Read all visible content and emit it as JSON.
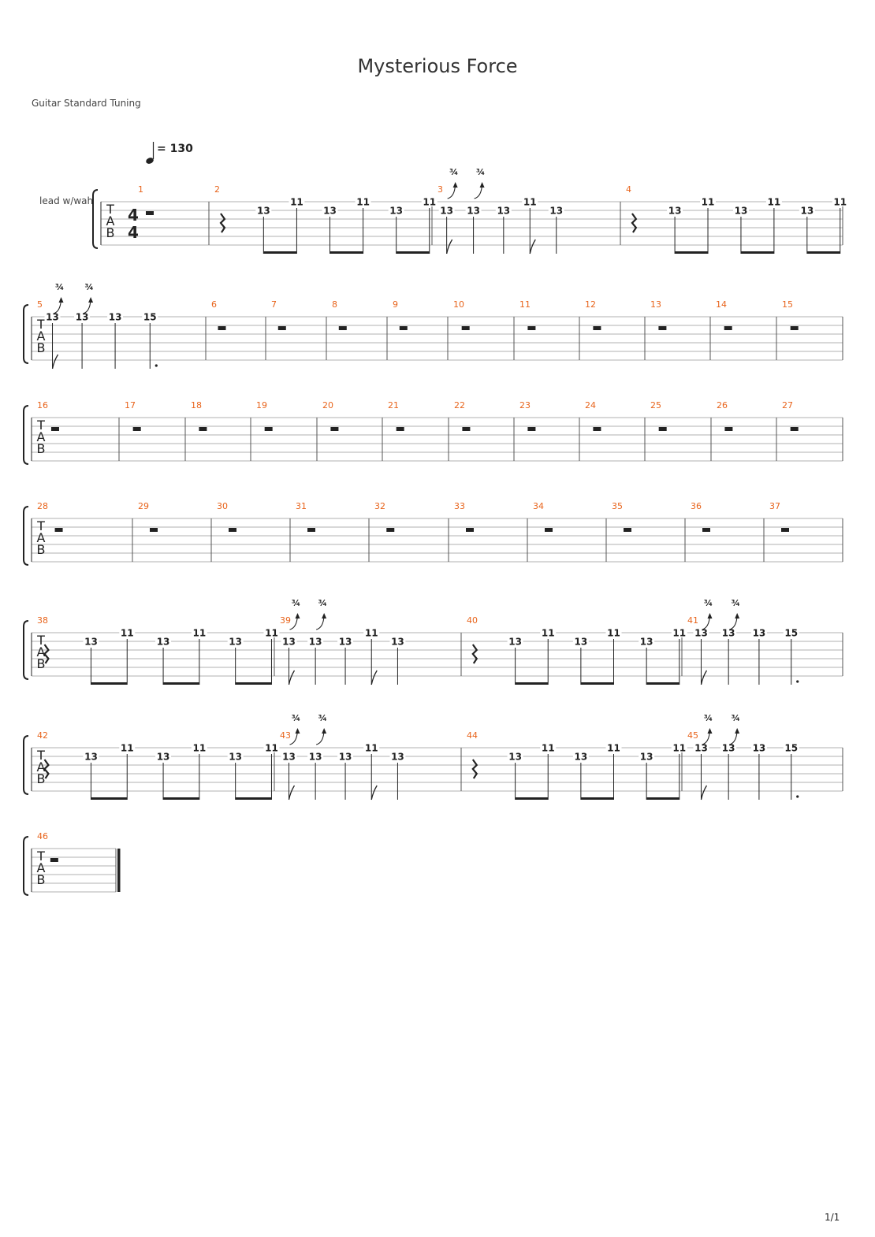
{
  "title": "Mysterious Force",
  "tuning": "Guitar Standard Tuning",
  "page_number": "1/1",
  "tempo": "= 130",
  "track_name": "lead w/wah",
  "time_signature": "4/4",
  "tab_letters": [
    "T",
    "A",
    "B"
  ],
  "bend_label": "¾",
  "colors": {
    "measure_number": "#e8641c",
    "staff_line": "#b0b0b0",
    "ink": "#222222"
  },
  "systems": [
    {
      "measures": [
        {
          "num": "1",
          "type": "rest"
        },
        {
          "num": "2",
          "type": "riffA"
        },
        {
          "num": "3",
          "type": "riffB"
        },
        {
          "num": "4",
          "type": "riffA"
        }
      ]
    },
    {
      "measures": [
        {
          "num": "5",
          "type": "riffC"
        },
        {
          "num": "6",
          "type": "rest"
        },
        {
          "num": "7",
          "type": "rest"
        },
        {
          "num": "8",
          "type": "rest"
        },
        {
          "num": "9",
          "type": "rest"
        },
        {
          "num": "10",
          "type": "rest"
        },
        {
          "num": "11",
          "type": "rest"
        },
        {
          "num": "12",
          "type": "rest"
        },
        {
          "num": "13",
          "type": "rest"
        },
        {
          "num": "14",
          "type": "rest"
        },
        {
          "num": "15",
          "type": "rest"
        }
      ]
    },
    {
      "measures": [
        {
          "num": "16",
          "type": "rest"
        },
        {
          "num": "17",
          "type": "rest"
        },
        {
          "num": "18",
          "type": "rest"
        },
        {
          "num": "19",
          "type": "rest"
        },
        {
          "num": "20",
          "type": "rest"
        },
        {
          "num": "21",
          "type": "rest"
        },
        {
          "num": "22",
          "type": "rest"
        },
        {
          "num": "23",
          "type": "rest"
        },
        {
          "num": "24",
          "type": "rest"
        },
        {
          "num": "25",
          "type": "rest"
        },
        {
          "num": "26",
          "type": "rest"
        },
        {
          "num": "27",
          "type": "rest"
        }
      ]
    },
    {
      "measures": [
        {
          "num": "28",
          "type": "rest"
        },
        {
          "num": "29",
          "type": "rest"
        },
        {
          "num": "30",
          "type": "rest"
        },
        {
          "num": "31",
          "type": "rest"
        },
        {
          "num": "32",
          "type": "rest"
        },
        {
          "num": "33",
          "type": "rest"
        },
        {
          "num": "34",
          "type": "rest"
        },
        {
          "num": "35",
          "type": "rest"
        },
        {
          "num": "36",
          "type": "rest"
        },
        {
          "num": "37",
          "type": "rest"
        }
      ]
    },
    {
      "measures": [
        {
          "num": "38",
          "type": "riffA"
        },
        {
          "num": "39",
          "type": "riffB"
        },
        {
          "num": "40",
          "type": "riffA"
        },
        {
          "num": "41",
          "type": "riffC"
        }
      ]
    },
    {
      "measures": [
        {
          "num": "42",
          "type": "riffA"
        },
        {
          "num": "43",
          "type": "riffB"
        },
        {
          "num": "44",
          "type": "riffA"
        },
        {
          "num": "45",
          "type": "riffC"
        }
      ]
    },
    {
      "measures": [
        {
          "num": "46",
          "type": "rest"
        }
      ]
    }
  ],
  "riffs": {
    "riffA": {
      "rest": "quarter",
      "notes": [
        "13",
        "11",
        "13",
        "11",
        "13",
        "11"
      ]
    },
    "riffB": {
      "notes": [
        "13",
        "13",
        "13",
        "11",
        "13"
      ],
      "bends": [
        true,
        true,
        false,
        false,
        false
      ]
    },
    "riffC": {
      "notes": [
        "13",
        "13",
        "13",
        "15"
      ],
      "bends": [
        true,
        true,
        false,
        false
      ]
    }
  }
}
